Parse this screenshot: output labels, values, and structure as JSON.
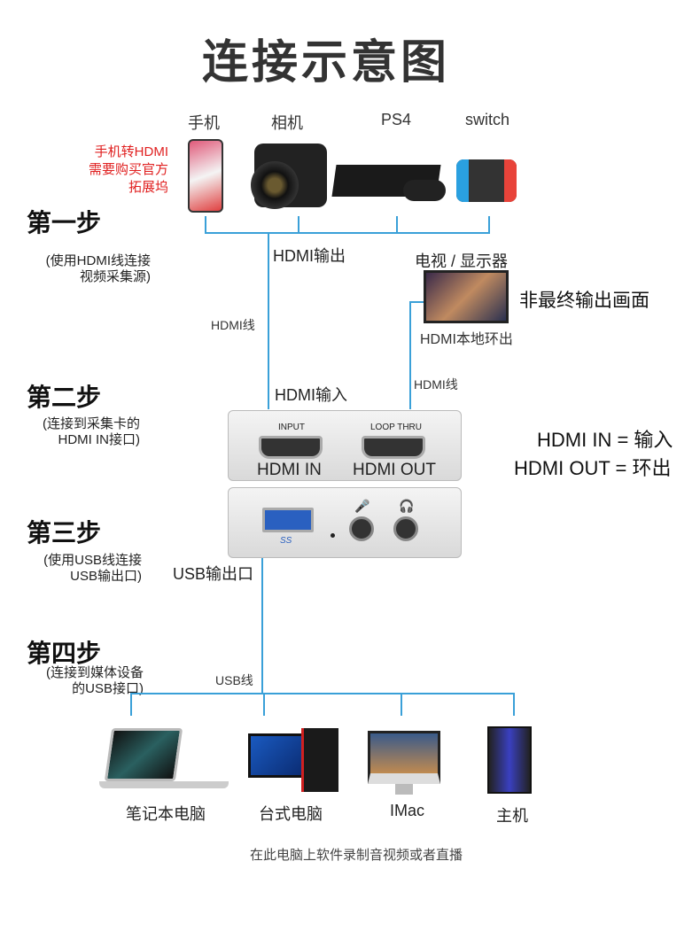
{
  "title": "连接示意图",
  "devices_top": [
    {
      "label": "手机"
    },
    {
      "label": "相机"
    },
    {
      "label": "PS4"
    },
    {
      "label": "switch"
    }
  ],
  "phone_note": [
    "手机转HDMI",
    "需要购买官方",
    "拓展坞"
  ],
  "steps": [
    {
      "title": "第一步",
      "desc": [
        "(使用HDMI线连接",
        "视频采集源)"
      ]
    },
    {
      "title": "第二步",
      "desc": [
        "(连接到采集卡的",
        "HDMI IN接口)"
      ]
    },
    {
      "title": "第三步",
      "desc": [
        "(使用USB线连接",
        "USB输出口)"
      ]
    },
    {
      "title": "第四步",
      "desc": [
        "(连接到媒体设备",
        "的USB接口)"
      ]
    }
  ],
  "labels": {
    "hdmi_output": "HDMI输出",
    "hdmi_cable": "HDMI线",
    "tv": "电视 / 显示器",
    "not_final": "非最终输出画面",
    "loop_out": "HDMI本地环出",
    "hdmi_cable2": "HDMI线",
    "hdmi_input": "HDMI输入",
    "port_input": "INPUT",
    "port_loop": "LOOP THRU",
    "hdmi_in": "HDMI IN",
    "hdmi_out": "HDMI OUT",
    "legend_in": "HDMI IN = 输入",
    "legend_out": "HDMI OUT = 环出",
    "usb_port": "USB输出口",
    "usb_cable": "USB线",
    "usb_logo": "SS",
    "footer": "在此电脑上软件录制音视频或者直播"
  },
  "devices_bottom": [
    {
      "label": "笔记本电脑"
    },
    {
      "label": "台式电脑"
    },
    {
      "label": "IMac"
    },
    {
      "label": "主机"
    }
  ],
  "colors": {
    "line": "#3aa0d8",
    "note": "#e02020"
  }
}
